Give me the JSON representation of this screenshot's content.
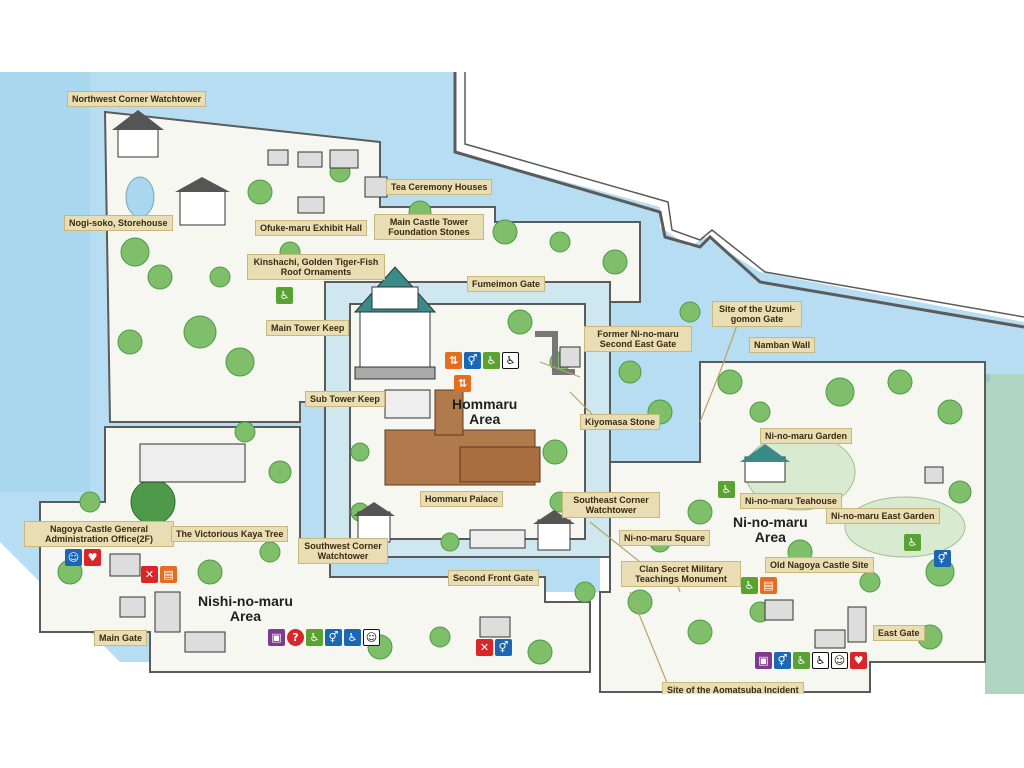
{
  "map": {
    "areas": {
      "hommaru": [
        "Hommaru",
        "Area"
      ],
      "ninomaru": [
        "Ni-no-maru",
        "Area"
      ],
      "nishinomaru": [
        "Nishi-no-maru",
        "Area"
      ]
    },
    "labels": {
      "northwest_corner_watchtower": "Northwest Corner Watchtower",
      "tea_ceremony_houses": "Tea Ceremony Houses",
      "nogi_soko": "Nogi-soko, Storehouse",
      "ofuke_maru": "Ofuke-maru Exhibit Hall",
      "main_castle_tower_foundation": "Main Castle Tower Foundation Stones",
      "kinshachi": "Kinshachi, Golden Tiger-Fish Roof Ornaments",
      "fumeimon_gate": "Fumeimon Gate",
      "main_tower_keep": "Main Tower Keep",
      "former_ninomaru_gate": "Former Ni-no-maru Second East Gate",
      "site_uzumigomon": "Site of the Uzumi-gomon Gate",
      "namban_wall": "Namban Wall",
      "sub_tower_keep": "Sub Tower Keep",
      "kiyomasa_stone": "Kiyomasa Stone",
      "ninomaru_garden": "Ni-no-maru Garden",
      "ninomaru_teahouse": "Ni-no-maru Teahouse",
      "ninomaru_east_garden": "Ni-no-maru East Garden",
      "southeast_corner": "Southeast Corner Watchtower",
      "hommaru_palace": "Hommaru Palace",
      "nagoya_admin": "Nagoya Castle General Administration Office(2F)",
      "victorious_kaya": "The Victorious Kaya Tree",
      "southwest_corner": "Southwest Corner Watchtower",
      "ninomaru_square": "Ni-no-maru Square",
      "second_front_gate": "Second Front Gate",
      "clan_secret_monument": "Clan Secret Military Teachings Monument",
      "old_nagoya_castle_site": "Old Nagoya Castle Site",
      "main_gate": "Main Gate",
      "east_gate": "East Gate",
      "aomatsuba_incident": "Site of the Aomatsuba Incident"
    },
    "icon_glyphs": {
      "elevator": "⇅",
      "toilet": "⚥",
      "stroller": "♿",
      "wheelchair": "♿",
      "baby": "☺",
      "info": "?",
      "restaurant": "✕",
      "shop": "▤",
      "aed": "♥",
      "locker": "▣"
    },
    "colors": {
      "water": "#a9d7f0",
      "moat_border": "#5b5b5b",
      "tree": "#7fbf6a",
      "tree_dark": "#4f9a4a",
      "ground": "#f7f7f2",
      "label_bg": "#e9ddb4",
      "leader_line": "#b7a46a"
    }
  }
}
